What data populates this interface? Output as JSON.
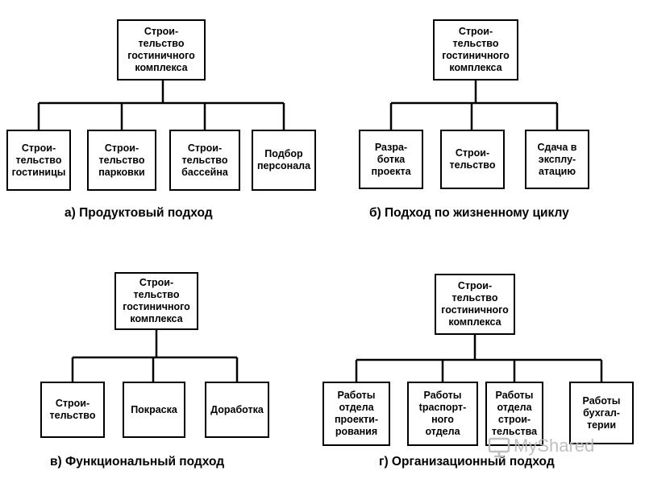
{
  "diagrams": {
    "a": {
      "root": "Строи-\nтельство\nгостиничного\nкомплекса",
      "children": [
        "Строи-\nтельство\nгостиницы",
        "Строи-\nтельство\nпарковки",
        "Строи-\nтельство\nбассейна",
        "Подбор\nперсонала"
      ],
      "caption": "а) Продуктовый подход"
    },
    "b": {
      "root": "Строи-\nтельство\nгостиничного\nкомплекса",
      "children": [
        "Разра-\nботка\nпроекта",
        "Строи-\nтельство",
        "Сдача в\nэксплу-\nатацию"
      ],
      "caption": "б) Подход по жизненному циклу"
    },
    "c": {
      "root": "Строи-\nтельство\nгостиничного\nкомплекса",
      "children": [
        "Строи-\nтельство",
        "Покраска",
        "Доработка"
      ],
      "caption": "в) Функциональный подход"
    },
    "d": {
      "root": "Строи-\nтельство\nгостиничного\nкомплекса",
      "children": [
        "Работы\nотдела\nпроекти-\nрования",
        "Работы\ntраспорт-\nного\nотдела",
        "Работы\nотдела\nстрои-\nтельства",
        "Работы\nбухгал-\nтерии"
      ],
      "caption": "г) Организационный подход"
    }
  },
  "watermark": "MyShared"
}
